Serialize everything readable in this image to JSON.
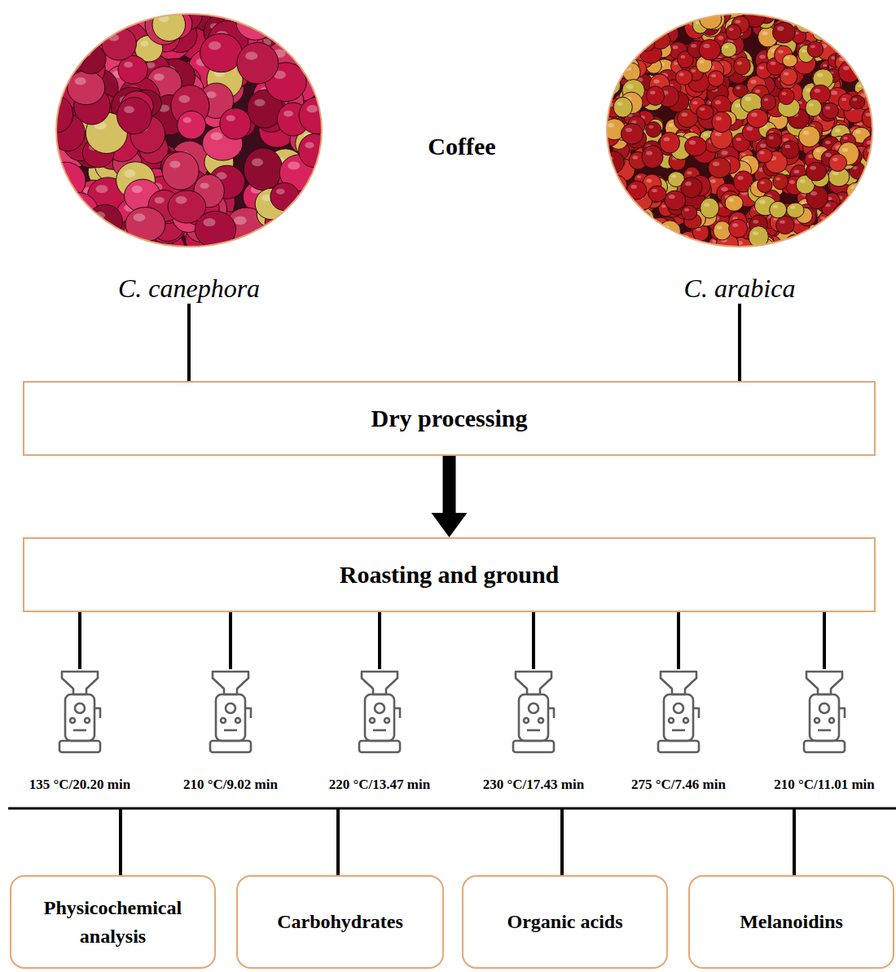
{
  "diagram": {
    "title": "Coffee",
    "nodes": [
      {
        "text": [
          "C. canephora"
        ]
      },
      {
        "text": [
          "C. arabica"
        ]
      },
      {
        "text": [
          "Dry processing"
        ]
      },
      {
        "text": [
          "Roasting and ground"
        ]
      },
      {
        "text": [
          "135 °C/20.20 min"
        ]
      },
      {
        "text": [
          "210 °C/9.02 min"
        ]
      },
      {
        "text": [
          "220 °C/13.47 min"
        ]
      },
      {
        "text": [
          "230 °C/17.43 min"
        ]
      },
      {
        "text": [
          "275 °C/7.46 min"
        ]
      },
      {
        "text": [
          "210 °C/11.01 min"
        ]
      },
      {
        "text": [
          "Physicochemical analysis"
        ]
      },
      {
        "text": [
          "Carbohydrates"
        ]
      },
      {
        "text": [
          "Organic acids"
        ]
      },
      {
        "text": [
          "Melanoidins"
        ]
      }
    ],
    "edges": [
      {
        "from": 0,
        "to": 2,
        "arrow": "none"
      },
      {
        "from": 1,
        "to": 2,
        "arrow": "none"
      },
      {
        "from": 2,
        "to": 3,
        "arrow": "to"
      },
      {
        "from": 3,
        "to": 4,
        "arrow": "none"
      },
      {
        "from": 3,
        "to": 5,
        "arrow": "none"
      },
      {
        "from": 3,
        "to": 6,
        "arrow": "none"
      },
      {
        "from": 3,
        "to": 7,
        "arrow": "none"
      },
      {
        "from": 3,
        "to": 8,
        "arrow": "none"
      },
      {
        "from": 3,
        "to": 9,
        "arrow": "none"
      }
    ]
  }
}
